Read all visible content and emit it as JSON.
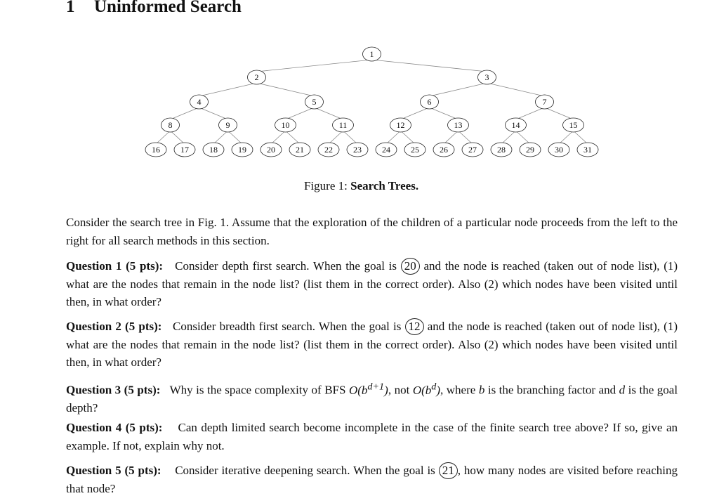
{
  "section": {
    "number": "1",
    "title": "Uninformed Search"
  },
  "tree": {
    "nodes": [
      "1",
      "2",
      "3",
      "4",
      "5",
      "6",
      "7",
      "8",
      "9",
      "10",
      "11",
      "12",
      "13",
      "14",
      "15",
      "16",
      "17",
      "18",
      "19",
      "20",
      "21",
      "22",
      "23",
      "24",
      "25",
      "26",
      "27",
      "28",
      "29",
      "30",
      "31"
    ]
  },
  "caption": {
    "prefix": "Figure 1: ",
    "text": "Search Trees."
  },
  "intro": "Consider the search tree in Fig. 1. Assume that the exploration of the children of a particular node proceeds from the left to the right for all search methods in this section.",
  "questions": [
    {
      "label": "Question 1 (5 pts):",
      "before": "Consider depth first search. When the goal is",
      "goal": "20",
      "after": "and the node is reached (taken out of node list), (1) what are the nodes that remain in the node list? (list them in the correct order). Also (2) which nodes have been visited until then, in what order?"
    },
    {
      "label": "Question 2 (5 pts):",
      "before": "Consider breadth first search. When the goal is",
      "goal": "12",
      "after": "and the node is reached (taken out of node list), (1) what are the nodes that remain in the node list? (list them in the correct order). Also (2) which nodes have been visited until then, in what order?"
    },
    {
      "label": "Question 3 (5 pts):",
      "text1": "Why is the space complexity of BFS",
      "m1": "O(b^{d+1})",
      "text2": ", not",
      "m2": "O(b^{d})",
      "text3": ", where",
      "m3": "b",
      "text4": "is the branching factor and",
      "m4": "d",
      "text5": "is the goal depth?"
    },
    {
      "label": "Question 4 (5 pts):",
      "text": "Can depth limited search become incomplete in the case of the finite search tree above? If so, give an example. If not, explain why not."
    },
    {
      "label": "Question 5 (5 pts):",
      "before": "Consider iterative deepening search. When the goal is",
      "goal": "21",
      "after": ", how many nodes are visited before reaching that node?"
    }
  ]
}
